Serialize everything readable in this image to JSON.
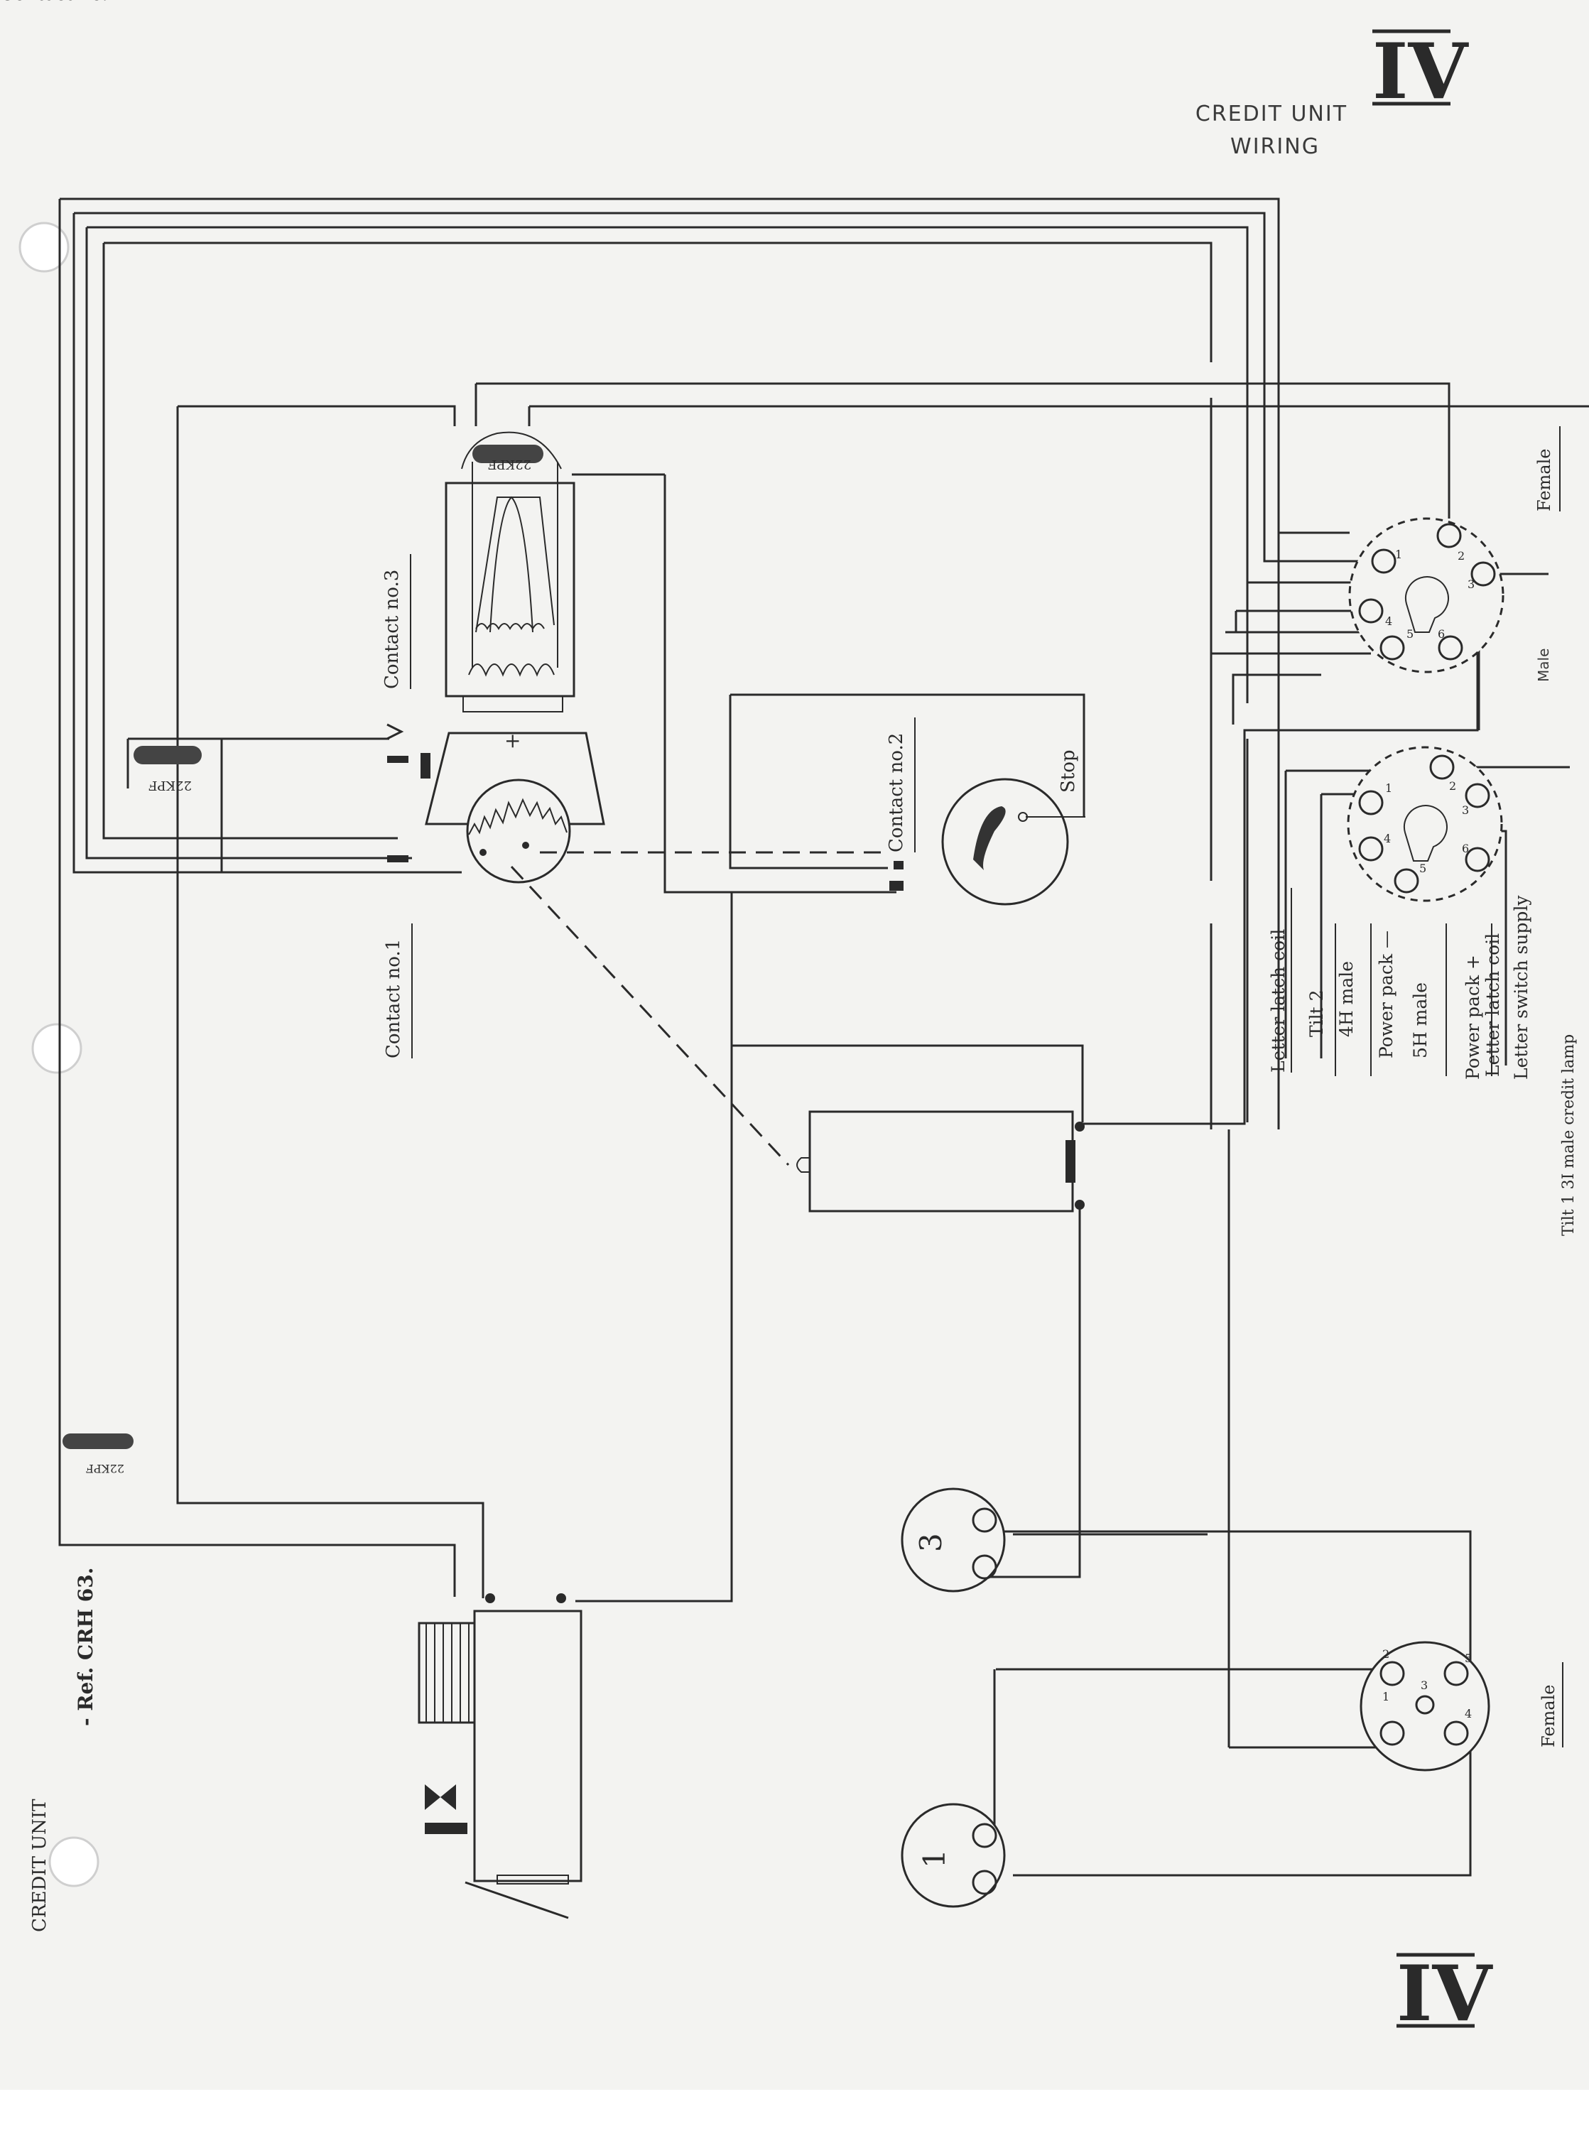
{
  "header": {
    "title_line1": "CREDIT UNIT",
    "title_line2": "WIRING",
    "section_top": "IV",
    "section_bottom": "IV"
  },
  "margin": {
    "unit_label": "CREDIT UNIT",
    "ref_label": "- Ref. CRH 63."
  },
  "contacts": {
    "c1": "Contact no.1",
    "c2": "Contact no.2",
    "c3": "Contact no.3",
    "stop": "Stop"
  },
  "capacitors": {
    "cap_top": "22KPF",
    "cap_left": "22KPF",
    "cap_bottom": "22KPF"
  },
  "connectors": {
    "upper_right_female": "Female",
    "upper_right_male": "Male",
    "lower_female": "Female",
    "socket_1": "1",
    "socket_3": "3"
  },
  "pin_legend": [
    "Letter latch coil",
    "Tilt 2",
    "4H male",
    "Power pack —",
    "5H male",
    "Power pack +",
    "Letter latch coil",
    "Letter switch supply",
    "Tilt 1 3I male credit lamp"
  ],
  "pins": {
    "upper": [
      "1",
      "2",
      "3",
      "4",
      "5",
      "6"
    ],
    "middle": [
      "1",
      "2",
      "3",
      "4",
      "5",
      "6"
    ],
    "lower": [
      "1",
      "2",
      "3",
      "4",
      "5"
    ]
  }
}
